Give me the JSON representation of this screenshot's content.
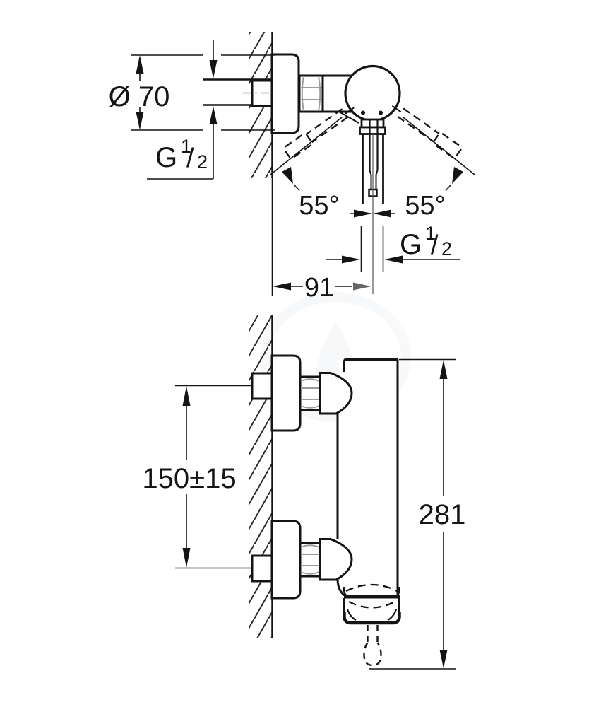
{
  "page": {
    "background": "#ffffff",
    "line_color": "#141414",
    "detail_line_color": "#9b9b9b",
    "description": "Technical dimensional drawing of a wall-mounted single-lever shower mixer (top view and side view)"
  },
  "drawing": {
    "dimensions": {
      "escutcheon_diameter": "Ø 70",
      "inlet_thread": {
        "g": "G",
        "numerator": "1",
        "slash": "/",
        "denominator": "2"
      },
      "swing_left": "55°",
      "swing_right": "55°",
      "outlet_thread": {
        "g": "G",
        "numerator": "1",
        "slash": "/",
        "denominator": "2"
      },
      "projection_depth": "91",
      "connection_spacing": "150±15",
      "total_height": "281"
    }
  }
}
